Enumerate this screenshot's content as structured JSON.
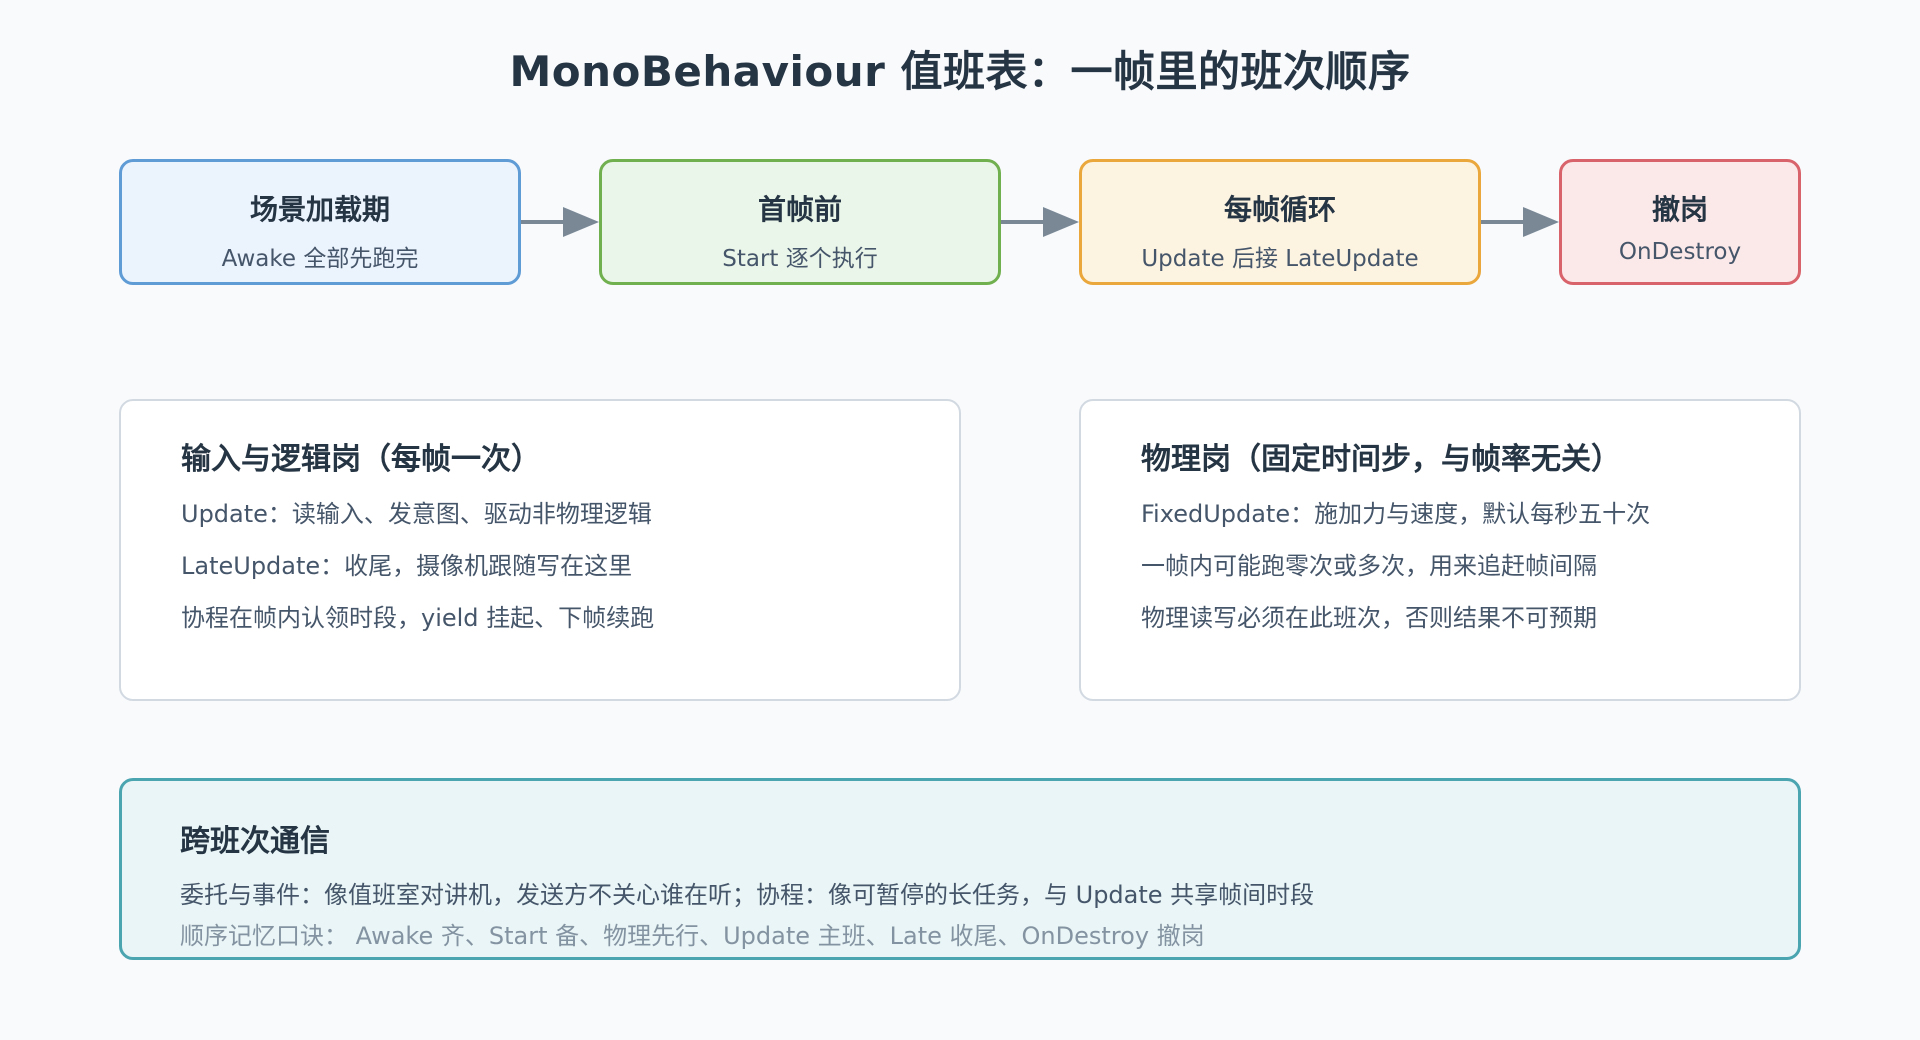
{
  "title": "MonoBehaviour 值班表：一帧里的班次顺序",
  "phases": [
    {
      "name": "场景加载期",
      "desc": "Awake 全部先跑完"
    },
    {
      "name": "首帧前",
      "desc": "Start 逐个执行"
    },
    {
      "name": "每帧循环",
      "desc": "Update 后接 LateUpdate"
    },
    {
      "name": "撤岗",
      "desc": "OnDestroy"
    }
  ],
  "colors": {
    "phase_borders": [
      "#5f9bd5",
      "#71b04f",
      "#eaa73c",
      "#d9636a"
    ],
    "comm_border": "#4aa5b1",
    "arrow": "#7a8896"
  },
  "cards": {
    "logic": {
      "title": "输入与逻辑岗（每帧一次）",
      "lines": [
        "Update：读输入、发意图、驱动非物理逻辑",
        "LateUpdate：收尾，摄像机跟随写在这里",
        "协程在帧内认领时段，yield 挂起、下帧续跑"
      ]
    },
    "physics": {
      "title": "物理岗（固定时间步，与帧率无关）",
      "lines": [
        "FixedUpdate：施加力与速度，默认每秒五十次",
        "一帧内可能跑零次或多次，用来追赶帧间隔",
        "物理读写必须在此班次，否则结果不可预期"
      ]
    }
  },
  "communication": {
    "title": "跨班次通信",
    "line": "委托与事件：像值班室对讲机，发送方不关心谁在听；协程：像可暂停的长任务，与 Update 共享帧间时段",
    "mnemonic": "顺序记忆口诀： Awake 齐、Start 备、物理先行、Update 主班、Late 收尾、OnDestroy 撤岗"
  }
}
